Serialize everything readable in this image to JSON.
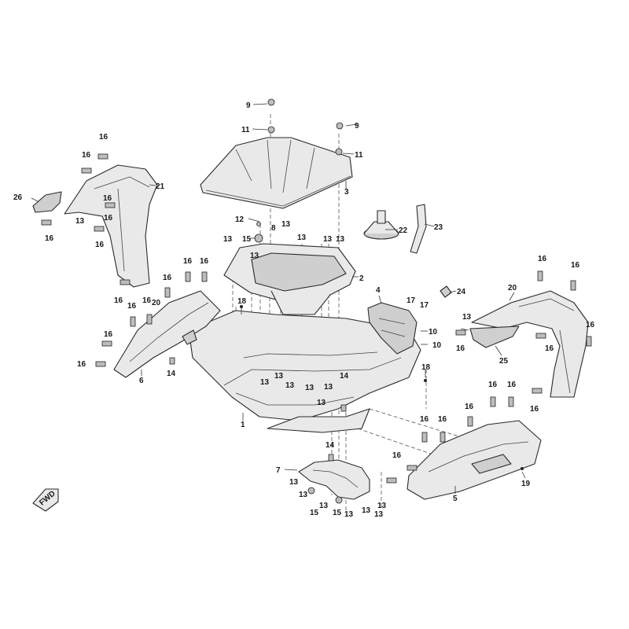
{
  "diagram": {
    "callouts": [
      {
        "id": "c9a",
        "label": "9"
      },
      {
        "id": "c9b",
        "label": "9"
      },
      {
        "id": "c11a",
        "label": "11"
      },
      {
        "id": "c11b",
        "label": "11"
      },
      {
        "id": "c3",
        "label": "3"
      },
      {
        "id": "c12",
        "label": "12"
      },
      {
        "id": "c8",
        "label": "8"
      },
      {
        "id": "c15a",
        "label": "15"
      },
      {
        "id": "c2",
        "label": "2"
      },
      {
        "id": "c22",
        "label": "22"
      },
      {
        "id": "c23",
        "label": "23"
      },
      {
        "id": "c26",
        "label": "26"
      },
      {
        "id": "c21",
        "label": "21"
      },
      {
        "id": "c20a",
        "label": "20"
      },
      {
        "id": "c20b",
        "label": "20"
      },
      {
        "id": "c24",
        "label": "24"
      },
      {
        "id": "c25",
        "label": "25"
      },
      {
        "id": "c4",
        "label": "4"
      },
      {
        "id": "c17a",
        "label": "17"
      },
      {
        "id": "c17b",
        "label": "17"
      },
      {
        "id": "c10a",
        "label": "10"
      },
      {
        "id": "c10b",
        "label": "10"
      },
      {
        "id": "c18a",
        "label": "18"
      },
      {
        "id": "c18b",
        "label": "18"
      },
      {
        "id": "c6",
        "label": "6"
      },
      {
        "id": "c1",
        "label": "1"
      },
      {
        "id": "c7",
        "label": "7"
      },
      {
        "id": "c5",
        "label": "5"
      },
      {
        "id": "c19",
        "label": "19"
      },
      {
        "id": "c14a",
        "label": "14"
      },
      {
        "id": "c14b",
        "label": "14"
      },
      {
        "id": "c14c",
        "label": "14"
      },
      {
        "id": "c15b",
        "label": "15"
      },
      {
        "id": "c15c",
        "label": "15"
      },
      {
        "id": "c13a",
        "label": "13"
      },
      {
        "id": "c13b",
        "label": "13"
      },
      {
        "id": "c13c",
        "label": "13"
      },
      {
        "id": "c13d",
        "label": "13"
      },
      {
        "id": "c13e",
        "label": "13"
      },
      {
        "id": "c13f",
        "label": "13"
      },
      {
        "id": "c13g",
        "label": "13"
      },
      {
        "id": "c13h",
        "label": "13"
      },
      {
        "id": "c13i",
        "label": "13"
      },
      {
        "id": "c13j",
        "label": "13"
      },
      {
        "id": "c13k",
        "label": "13"
      },
      {
        "id": "c13l",
        "label": "13"
      },
      {
        "id": "c13m",
        "label": "13"
      },
      {
        "id": "c13n",
        "label": "13"
      },
      {
        "id": "c13o",
        "label": "13"
      },
      {
        "id": "c13p",
        "label": "13"
      },
      {
        "id": "c13q",
        "label": "13"
      },
      {
        "id": "c13r",
        "label": "13"
      },
      {
        "id": "c13s",
        "label": "13"
      },
      {
        "id": "c13t",
        "label": "13"
      },
      {
        "id": "c13u",
        "label": "13"
      },
      {
        "id": "c16a",
        "label": "16"
      },
      {
        "id": "c16b",
        "label": "16"
      },
      {
        "id": "c16c",
        "label": "16"
      },
      {
        "id": "c16d",
        "label": "16"
      },
      {
        "id": "c16e",
        "label": "16"
      },
      {
        "id": "c16f",
        "label": "16"
      },
      {
        "id": "c16g",
        "label": "16"
      },
      {
        "id": "c16h",
        "label": "16"
      },
      {
        "id": "c16i",
        "label": "16"
      },
      {
        "id": "c16j",
        "label": "16"
      },
      {
        "id": "c16k",
        "label": "16"
      },
      {
        "id": "c16l",
        "label": "16"
      },
      {
        "id": "c16m",
        "label": "16"
      },
      {
        "id": "c16n",
        "label": "16"
      },
      {
        "id": "c16o",
        "label": "16"
      },
      {
        "id": "c16p",
        "label": "16"
      },
      {
        "id": "c16q",
        "label": "16"
      },
      {
        "id": "c16r",
        "label": "16"
      },
      {
        "id": "c16s",
        "label": "16"
      },
      {
        "id": "c16t",
        "label": "16"
      },
      {
        "id": "c16u",
        "label": "16"
      },
      {
        "id": "c16v",
        "label": "16"
      },
      {
        "id": "c16w",
        "label": "16"
      },
      {
        "id": "c16x",
        "label": "16"
      },
      {
        "id": "c16y",
        "label": "16"
      },
      {
        "id": "c16z",
        "label": "16"
      }
    ],
    "fwd_label": "FWD"
  }
}
